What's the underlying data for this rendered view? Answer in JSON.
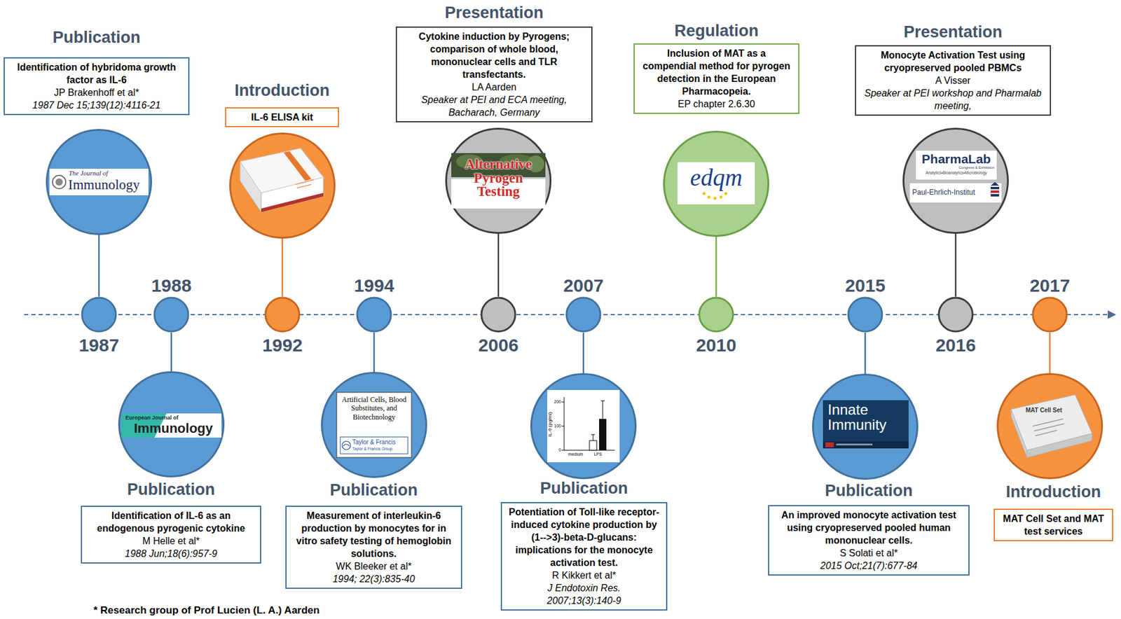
{
  "diagram": {
    "nodes": [
      {
        "text": [
          "Publication",
          "Identification of hybridoma growth factor as IL-6",
          "JP Brakenhoff et al*",
          "1987 Dec 15;139(12):4116-21"
        ]
      },
      {
        "text": [
          "The Journal of",
          "Immunology"
        ]
      },
      {
        "text": [
          "1987"
        ]
      },
      {
        "text": [
          "Publication",
          "Identification of IL-6 as an endogenous pyrogenic cytokine",
          "M Helle et al*",
          "1988 Jun;18(6):957-9"
        ]
      },
      {
        "text": [
          "European Journal of",
          "Immunology"
        ]
      },
      {
        "text": [
          "1988"
        ]
      },
      {
        "text": [
          "Introduction",
          "IL-6 ELISA kit"
        ]
      },
      {
        "text": [
          "1992"
        ]
      },
      {
        "text": [
          "Publication",
          "Measurement of interleukin-6 production by monocytes for in vitro safety testing of hemoglobin solutions.",
          "WK Bleeker et al*",
          "1994; 22(3):835-40"
        ]
      },
      {
        "text": [
          "Artificial Cells, Blood Substitutes, and Biotechnology",
          "Taylor & Francis",
          "Taylor & Francis Group"
        ]
      },
      {
        "text": [
          "1994"
        ]
      },
      {
        "text": [
          "Presentation",
          "Cytokine induction by Pyrogens; comparison of whole blood, mononuclear cells and TLR transfectants.",
          "LA Aarden",
          "Speaker at PEI and ECA meeting, Bacharach, Germany"
        ]
      },
      {
        "text": [
          "Alternative Pyrogen Testing"
        ]
      },
      {
        "text": [
          "2006"
        ]
      },
      {
        "text": [
          "Publication",
          "Potentiation of Toll-like receptor-induced cytokine production by (1-->3)-beta-D-glucans: implications for the monocyte activation test.",
          "R Kikkert et al*",
          "J Endotoxin Res.",
          "2007;13(3):140-9"
        ]
      },
      {
        "text": [
          "IL-6 (pg/ml)",
          "200",
          "100",
          "0",
          "medium",
          "LPS"
        ]
      },
      {
        "text": [
          "2007"
        ]
      },
      {
        "text": [
          "Regulation",
          "Inclusion of MAT as a compendial method for pyrogen detection in the European Pharmacopeia.",
          "EP chapter 2.6.30"
        ]
      },
      {
        "text": [
          "edqm"
        ]
      },
      {
        "text": [
          "2010"
        ]
      },
      {
        "text": [
          "Publication",
          "An improved monocyte activation test using cryopreserved pooled human mononuclear cells.",
          "S Solati et al*",
          "2015 Oct;21(7):677-84"
        ]
      },
      {
        "text": [
          "Innate Immunity"
        ]
      },
      {
        "text": [
          "2015"
        ]
      },
      {
        "text": [
          "Presentation",
          "Monocyte Activation Test using cryopreserved pooled PBMCs",
          "A Visser",
          "Speaker at PEI workshop and Pharmalab meeting,"
        ]
      },
      {
        "text": [
          "PharmaLab",
          "Congress & Exhibition",
          "Analytics•Bioanalytics•Microbiology",
          "Paul-Ehrlich-Institut"
        ]
      },
      {
        "text": [
          "2016"
        ]
      },
      {
        "text": [
          "Introduction",
          "MAT Cell Set and MAT test services"
        ]
      },
      {
        "text": [
          "MAT Cell Set"
        ]
      },
      {
        "text": [
          "2017"
        ]
      }
    ],
    "edges": [
      {
        "from": 1,
        "to": 2,
        "arrow": "none"
      },
      {
        "from": 4,
        "to": 5,
        "arrow": "none"
      },
      {
        "from": 9,
        "to": 10,
        "arrow": "none"
      },
      {
        "from": 12,
        "to": 13,
        "arrow": "none"
      },
      {
        "from": 15,
        "to": 16,
        "arrow": "none"
      },
      {
        "from": 18,
        "to": 19,
        "arrow": "none"
      },
      {
        "from": 21,
        "to": 22,
        "arrow": "none"
      },
      {
        "from": 24,
        "to": 25,
        "arrow": "none"
      },
      {
        "from": 27,
        "to": 28,
        "arrow": "none"
      }
    ],
    "labels": [
      "* Research group of Prof Lucien (L. A.) Aarden"
    ]
  }
}
